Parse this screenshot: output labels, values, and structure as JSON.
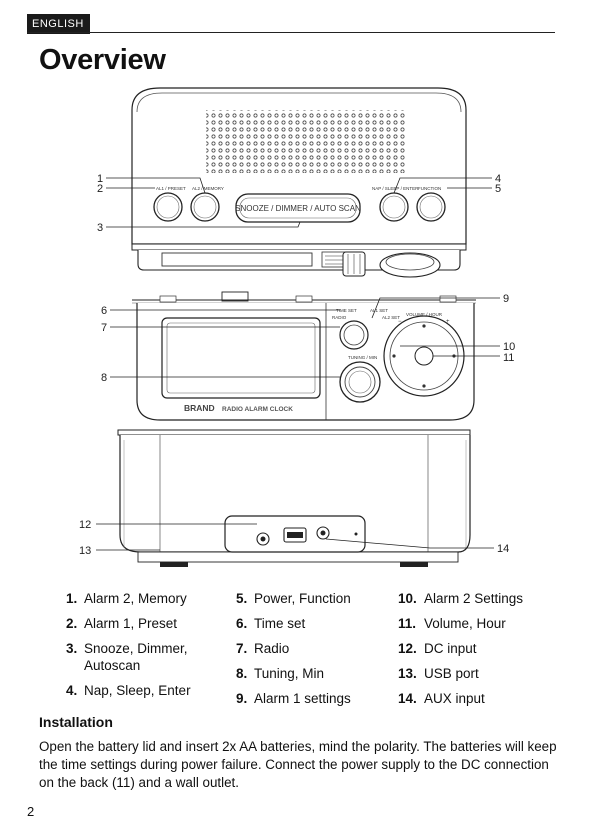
{
  "header": {
    "language": "ENGLISH",
    "title": "Overview"
  },
  "device": {
    "brand": "BRAND",
    "model_text": "RADIO ALARM CLOCK",
    "snooze_label": "SNOOZE / DIMMER / AUTO SCAN",
    "button_labels": {
      "al1_preset": "AL1 / PRESET",
      "al2_memory": "AL2 / MEMORY",
      "nap_sleep_enter": "NAP / SLEEP / ENTER",
      "function": "FUNCTION",
      "time_set": "TIME SET",
      "radio": "RADIO",
      "al1_set": "AL1 SET",
      "al2_set": "AL2 SET",
      "volume_hour": "VOLUME / HOUR",
      "tuning_min": "TUNING / MIN"
    }
  },
  "callout_numbers": [
    "1",
    "2",
    "3",
    "4",
    "5",
    "6",
    "7",
    "8",
    "9",
    "10",
    "11",
    "12",
    "13",
    "14"
  ],
  "legend": {
    "col1": [
      {
        "num": "1.",
        "label": "Alarm 2, Memory"
      },
      {
        "num": "2.",
        "label": "Alarm 1, Preset"
      },
      {
        "num": "3.",
        "label": "Snooze, Dimmer, Autoscan"
      },
      {
        "num": "4.",
        "label": "Nap, Sleep, Enter"
      }
    ],
    "col2": [
      {
        "num": "5.",
        "label": "Power, Function"
      },
      {
        "num": "6.",
        "label": "Time set"
      },
      {
        "num": "7.",
        "label": "Radio"
      },
      {
        "num": "8.",
        "label": "Tuning, Min"
      },
      {
        "num": "9.",
        "label": "Alarm 1 settings"
      }
    ],
    "col3": [
      {
        "num": "10.",
        "label": "Alarm 2 Settings"
      },
      {
        "num": "11.",
        "label": "Volume, Hour"
      },
      {
        "num": "12.",
        "label": "DC input"
      },
      {
        "num": "13.",
        "label": "USB port"
      },
      {
        "num": "14.",
        "label": "AUX input"
      }
    ]
  },
  "installation": {
    "heading": "Installation",
    "body": "Open the battery lid and insert 2x AA batteries, mind the polarity. The batteries will keep the time settings during power failure. Connect the power supply to the DC connection on the back (11) and a wall outlet."
  },
  "footer": {
    "page_number": "2"
  }
}
